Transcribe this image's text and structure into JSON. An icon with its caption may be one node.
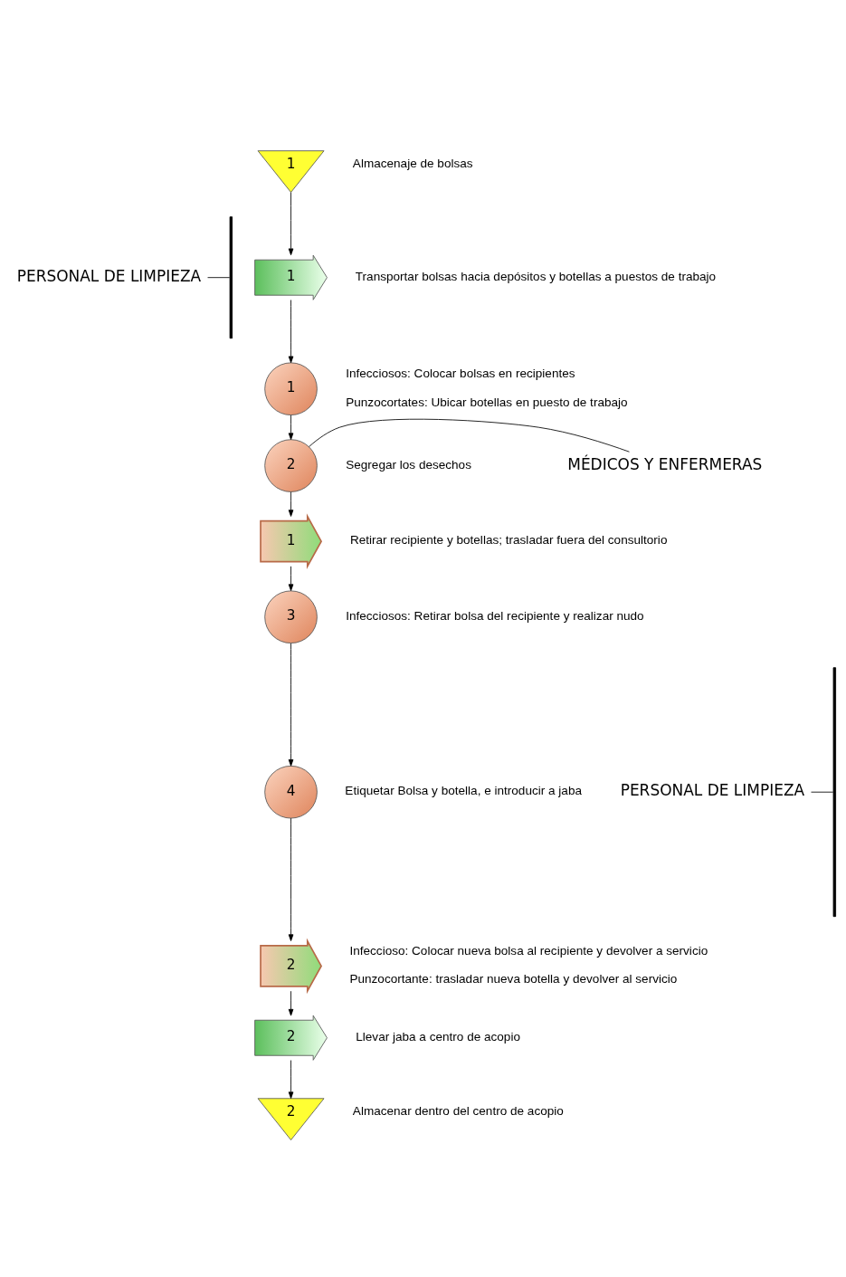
{
  "diagram": {
    "nodes": [
      {
        "text": [
          "PERSONAL DE LIMPIEZA"
        ]
      },
      {
        "text": [],
        "shape": "bar"
      },
      {
        "text": [
          "1"
        ],
        "beside": [
          "Almacenaje de bolsas"
        ]
      },
      {
        "text": [
          "1"
        ],
        "beside": [
          "Transportar bolsas hacia depósitos y botellas a puestos de trabajo"
        ]
      },
      {
        "text": [
          "1"
        ],
        "beside": [
          "Infecciosos: Colocar bolsas en recipientes",
          "Punzocortates: Ubicar botellas en puesto de trabajo"
        ]
      },
      {
        "text": [
          "MÉDICOS Y ENFERMERAS"
        ]
      },
      {
        "text": [
          "2"
        ],
        "beside": [
          "Segregar los desechos"
        ]
      },
      {
        "text": [
          "PERSONAL DE LIMPIEZA"
        ]
      },
      {
        "text": [],
        "shape": "bar"
      },
      {
        "text": [
          "1"
        ],
        "beside": [
          "Retirar recipiente y botellas; trasladar fuera del consultorio"
        ]
      },
      {
        "text": [
          "3"
        ],
        "beside": [
          "Infecciosos: Retirar bolsa del recipiente y realizar nudo"
        ]
      },
      {
        "text": [
          "4"
        ],
        "beside": [
          "Etiquetar Bolsa y botella, e introducir a jaba"
        ]
      },
      {
        "text": [
          "2"
        ],
        "beside": [
          "Infeccioso: Colocar nueva bolsa al recipiente y devolver a servicio",
          "Punzocortante: trasladar nueva botella y devolver al servicio"
        ]
      },
      {
        "text": [
          "2"
        ],
        "beside": [
          "Llevar jaba a centro de acopio"
        ]
      },
      {
        "text": [
          "2"
        ],
        "beside": [
          "Almacenar dentro del centro de acopio"
        ]
      }
    ],
    "edges": [
      {
        "from": 0,
        "to": 1,
        "arrow": "none"
      },
      {
        "from": 2,
        "to": 3,
        "arrow": "to"
      },
      {
        "from": 3,
        "to": 4,
        "arrow": "to"
      },
      {
        "from": 4,
        "to": 6,
        "arrow": "to"
      },
      {
        "from": 5,
        "to": 6,
        "arrow": "none"
      },
      {
        "from": 6,
        "to": 9,
        "arrow": "to"
      },
      {
        "from": 9,
        "to": 10,
        "arrow": "to"
      },
      {
        "from": 10,
        "to": 11,
        "arrow": "to"
      },
      {
        "from": 11,
        "to": 12,
        "arrow": "to"
      },
      {
        "from": 12,
        "to": 13,
        "arrow": "to"
      },
      {
        "from": 13,
        "to": 14,
        "arrow": "to"
      },
      {
        "from": 7,
        "to": 8,
        "arrow": "none"
      }
    ]
  }
}
